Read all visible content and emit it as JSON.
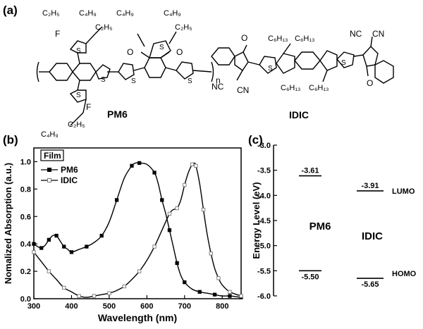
{
  "panels": {
    "a": "(a)",
    "b": "(b)",
    "c": "(c)"
  },
  "molecules": {
    "pm6": {
      "name": "PM6",
      "substituents": [
        "C₂H₅",
        "C₄H₉",
        "C₄H₉",
        "C₄H₉",
        "C₂H₅",
        "C₂H₅",
        "C₄H₉",
        "C₂H₅"
      ],
      "atoms": [
        "F",
        "F",
        "S",
        "S",
        "S",
        "S",
        "S",
        "S",
        "O",
        "O"
      ],
      "repeat": "n"
    },
    "idic": {
      "name": "IDIC",
      "substituents": [
        "C₆H₁₃",
        "C₆H₁₃",
        "C₆H₁₃",
        "C₆H₁₃"
      ],
      "atoms": [
        "O",
        "O",
        "S",
        "S",
        "NC",
        "CN",
        "NC",
        "CN"
      ]
    }
  },
  "chart_data": [
    {
      "type": "line",
      "panel": "b",
      "xlabel": "Wavelength (nm)",
      "ylabel": "Nomalized Absorption (a.u.)",
      "xlim": [
        300,
        850
      ],
      "ylim": [
        0.0,
        1.1
      ],
      "xticks": [
        300,
        400,
        500,
        600,
        700,
        800
      ],
      "yticks": [
        0.0,
        0.2,
        0.4,
        0.6,
        0.8,
        1.0
      ],
      "legend_title": "Film",
      "legend_placement": "top-left",
      "series": [
        {
          "name": "PM6",
          "marker": "filled-square",
          "x": [
            300,
            310,
            320,
            330,
            340,
            350,
            360,
            370,
            380,
            390,
            400,
            420,
            440,
            460,
            480,
            500,
            520,
            540,
            560,
            570,
            580,
            600,
            620,
            630,
            640,
            650,
            660,
            670,
            680,
            690,
            700,
            720,
            740,
            760,
            780,
            800,
            820,
            850
          ],
          "y": [
            0.4,
            0.38,
            0.37,
            0.39,
            0.43,
            0.46,
            0.46,
            0.42,
            0.38,
            0.36,
            0.34,
            0.36,
            0.38,
            0.41,
            0.46,
            0.56,
            0.72,
            0.88,
            0.97,
            0.99,
            0.99,
            0.98,
            0.92,
            0.84,
            0.72,
            0.62,
            0.5,
            0.38,
            0.26,
            0.17,
            0.12,
            0.07,
            0.05,
            0.04,
            0.03,
            0.02,
            0.02,
            0.01
          ]
        },
        {
          "name": "IDIC",
          "marker": "open-square",
          "x": [
            300,
            320,
            340,
            360,
            380,
            400,
            420,
            440,
            460,
            480,
            500,
            520,
            540,
            560,
            580,
            600,
            620,
            640,
            660,
            670,
            680,
            690,
            700,
            710,
            720,
            725,
            730,
            740,
            750,
            760,
            770,
            780,
            790,
            800,
            820,
            850
          ],
          "y": [
            0.34,
            0.27,
            0.2,
            0.14,
            0.08,
            0.05,
            0.02,
            0.01,
            0.02,
            0.03,
            0.04,
            0.06,
            0.09,
            0.14,
            0.2,
            0.28,
            0.38,
            0.5,
            0.62,
            0.65,
            0.66,
            0.72,
            0.83,
            0.92,
            0.98,
            0.99,
            0.97,
            0.84,
            0.65,
            0.47,
            0.33,
            0.22,
            0.15,
            0.1,
            0.05,
            0.02
          ]
        }
      ]
    },
    {
      "type": "bar",
      "panel": "c",
      "ylabel": "Energy Level (eV)",
      "ylim": [
        -6.0,
        -3.0
      ],
      "yticks": [
        -3.0,
        -3.5,
        -4.0,
        -4.5,
        -5.0,
        -5.5,
        -6.0
      ],
      "ytick_labels": [
        "-3.0",
        "-3.5",
        "-4.0",
        "-4.5",
        "-5.0",
        "-5.5",
        "-6.0"
      ],
      "levels": [
        {
          "material": "PM6",
          "kind": "LUMO",
          "value": -3.61,
          "label": "-3.61"
        },
        {
          "material": "PM6",
          "kind": "HOMO",
          "value": -5.5,
          "label": "-5.50"
        },
        {
          "material": "IDIC",
          "kind": "LUMO",
          "value": -3.91,
          "label": "-3.91"
        },
        {
          "material": "IDIC",
          "kind": "HOMO",
          "value": -5.65,
          "label": "-5.65"
        }
      ],
      "materials": [
        "PM6",
        "IDIC"
      ],
      "side_labels": {
        "lumo": "LUMO",
        "homo": "HOMO"
      }
    }
  ]
}
